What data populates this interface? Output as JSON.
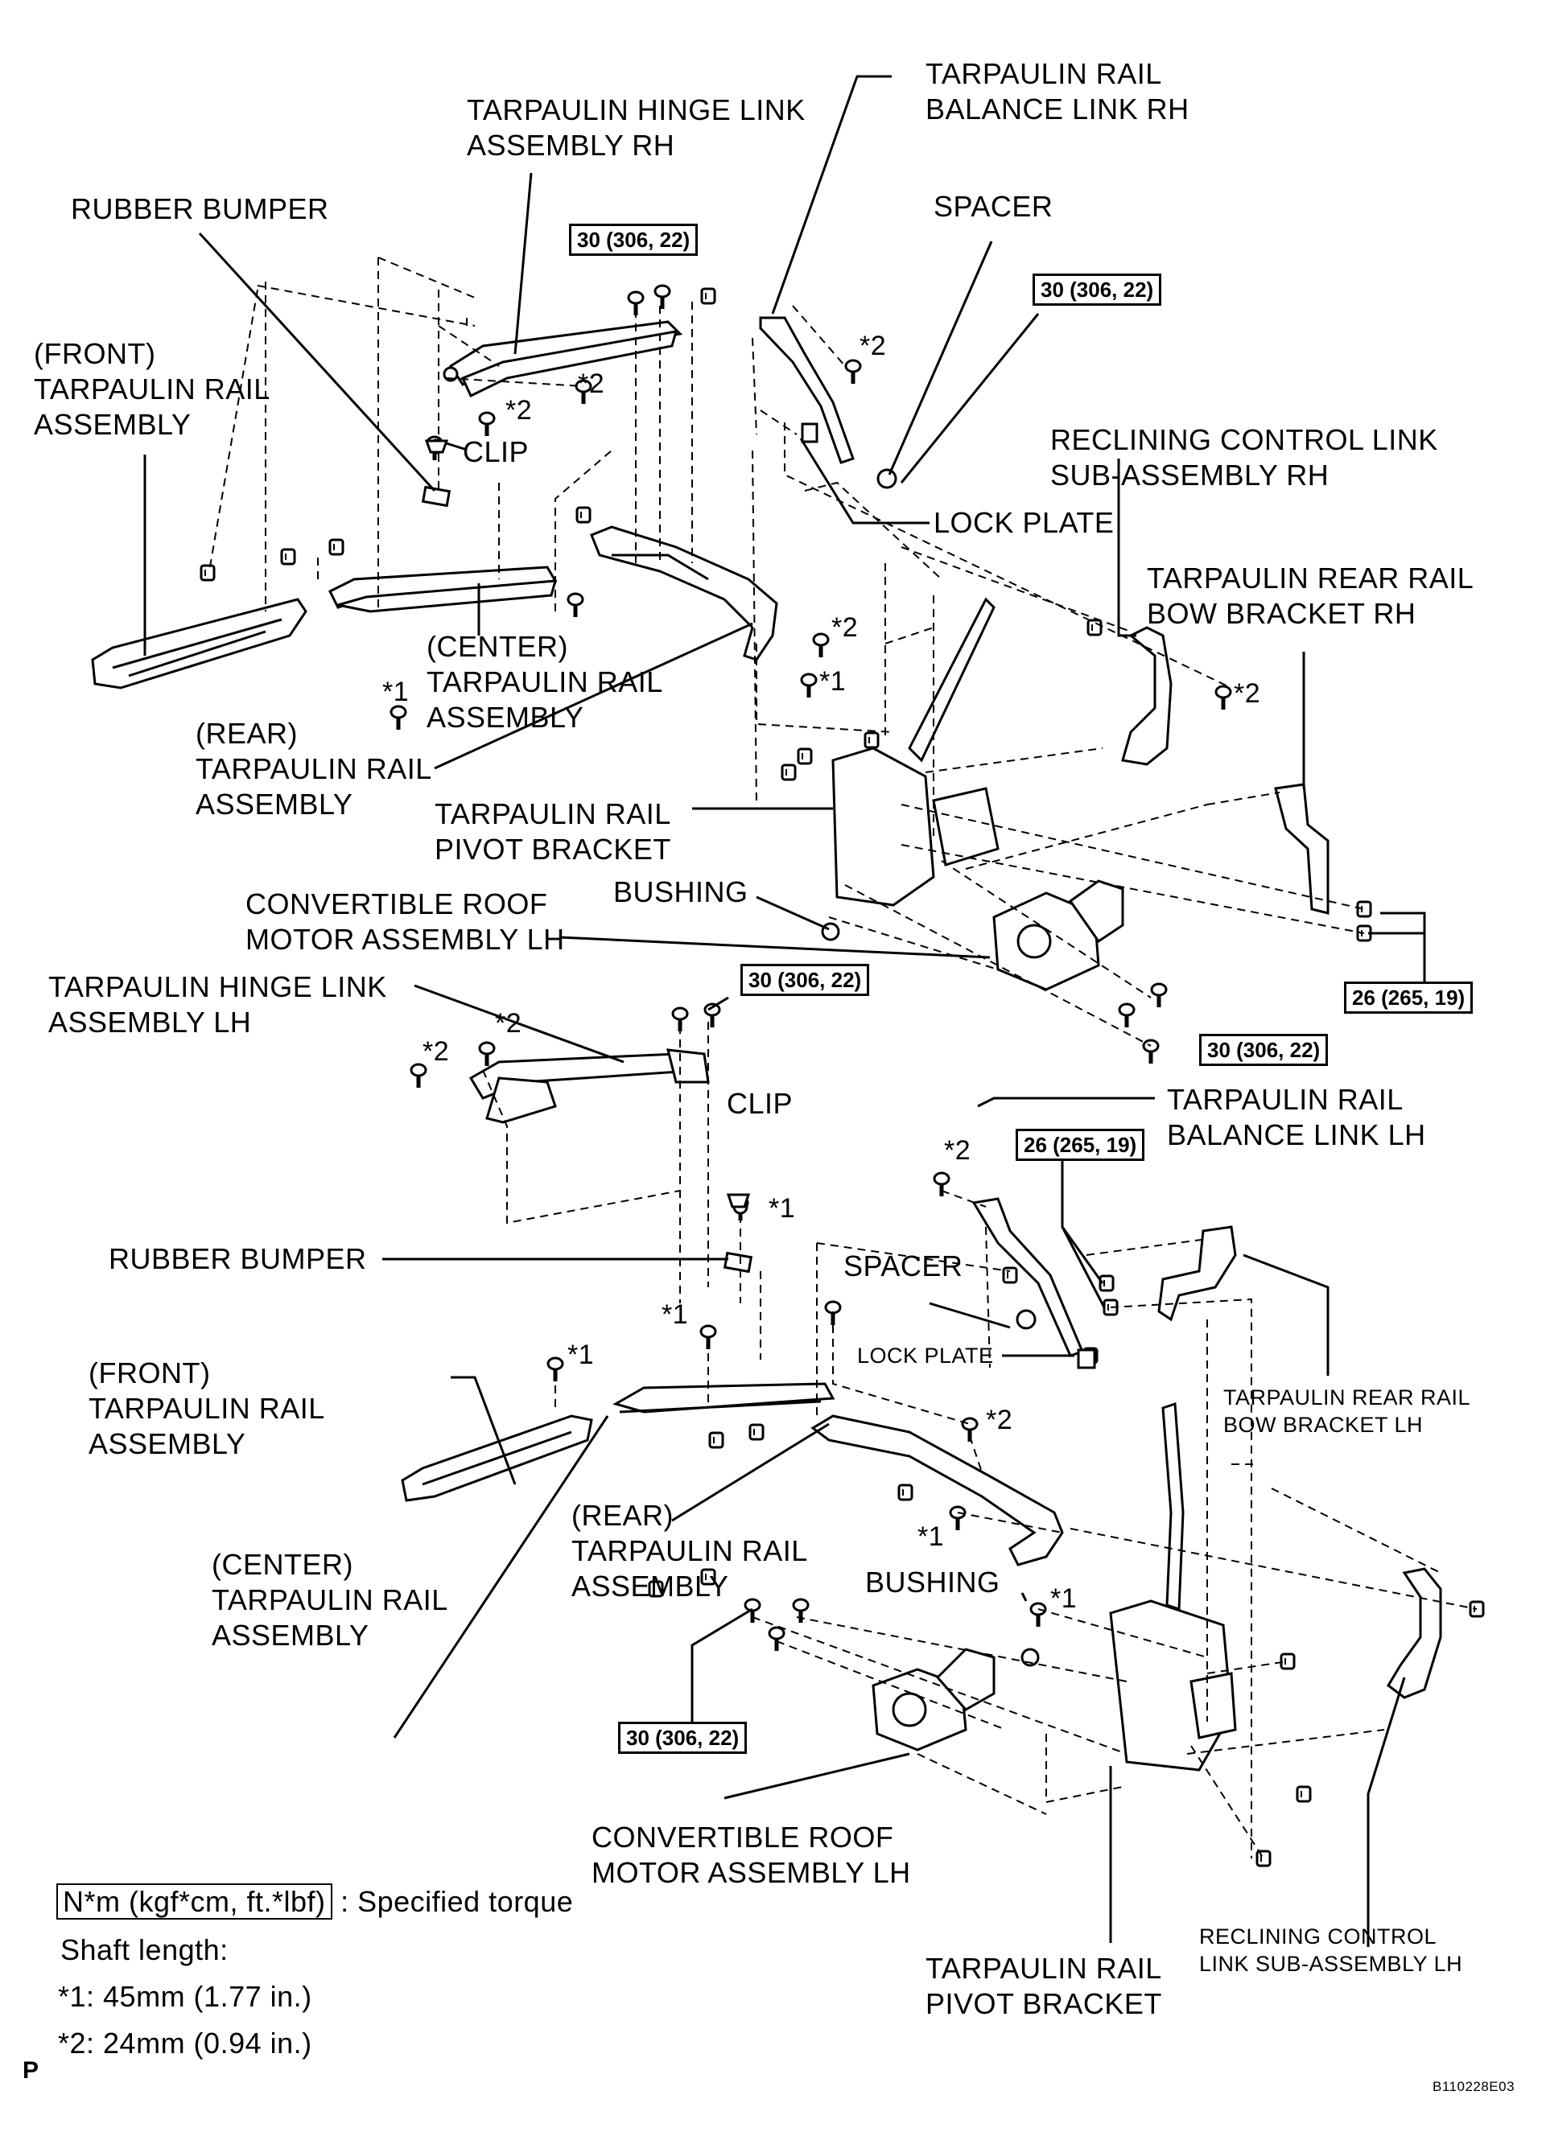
{
  "labels": {
    "hinge_rh": [
      "TARPAULIN HINGE LINK",
      "ASSEMBLY RH"
    ],
    "balance_rh": [
      "TARPAULIN RAIL",
      "BALANCE LINK RH"
    ],
    "rubber_bumper_top": "RUBBER BUMPER",
    "spacer_top": "SPACER",
    "front_rail_top": [
      "(FRONT)",
      "TARPAULIN RAIL",
      "ASSEMBLY"
    ],
    "clip_top": "CLIP",
    "reclining_rh": [
      "RECLINING CONTROL LINK",
      "SUB-ASSEMBLY RH"
    ],
    "lock_plate_top": "LOCK PLATE",
    "rear_bow_rh": [
      "TARPAULIN REAR RAIL",
      "BOW BRACKET RH"
    ],
    "center_rail_top": [
      "(CENTER)",
      "TARPAULIN RAIL",
      "ASSEMBLY"
    ],
    "rear_rail_top": [
      "(REAR)",
      "TARPAULIN RAIL",
      "ASSEMBLY"
    ],
    "pivot_top": [
      "TARPAULIN RAIL",
      "PIVOT BRACKET"
    ],
    "bushing_top": "BUSHING",
    "motor_top": [
      "CONVERTIBLE ROOF",
      "MOTOR ASSEMBLY LH"
    ],
    "hinge_lh": [
      "TARPAULIN HINGE LINK",
      "ASSEMBLY LH"
    ],
    "clip_bottom": "CLIP",
    "balance_lh": [
      "TARPAULIN RAIL",
      "BALANCE LINK LH"
    ],
    "rubber_bumper_bottom": "RUBBER BUMPER",
    "spacer_bottom": "SPACER",
    "lock_plate_bottom": "LOCK PLATE",
    "front_rail_bottom": [
      "(FRONT)",
      "TARPAULIN RAIL",
      "ASSEMBLY"
    ],
    "rear_bow_lh": [
      "TARPAULIN REAR RAIL",
      "BOW BRACKET LH"
    ],
    "rear_rail_bottom": [
      "(REAR)",
      "TARPAULIN RAIL",
      "ASSEMBLY"
    ],
    "center_rail_bottom": [
      "(CENTER)",
      "TARPAULIN RAIL",
      "ASSEMBLY"
    ],
    "bushing_bottom": "BUSHING",
    "motor_bottom": [
      "CONVERTIBLE ROOF",
      "MOTOR ASSEMBLY LH"
    ],
    "reclining_lh": [
      "RECLINING CONTROL",
      "LINK SUB-ASSEMBLY LH"
    ],
    "pivot_bottom": [
      "TARPAULIN RAIL",
      "PIVOT BRACKET"
    ]
  },
  "torques": {
    "t30": "30 (306, 22)",
    "t26": "26 (265, 19)"
  },
  "marks": {
    "s1": "*1",
    "s2": "*2"
  },
  "legend": {
    "torque_box": "N*m (kgf*cm, ft.*lbf)",
    "torque_desc": ": Specified torque",
    "shaft_title": "Shaft length:",
    "shaft1": "*1: 45mm (1.77 in.)",
    "shaft2": "*2: 24mm (0.94 in.)"
  },
  "corner_letter": "P",
  "figure_id": "B110228E03"
}
